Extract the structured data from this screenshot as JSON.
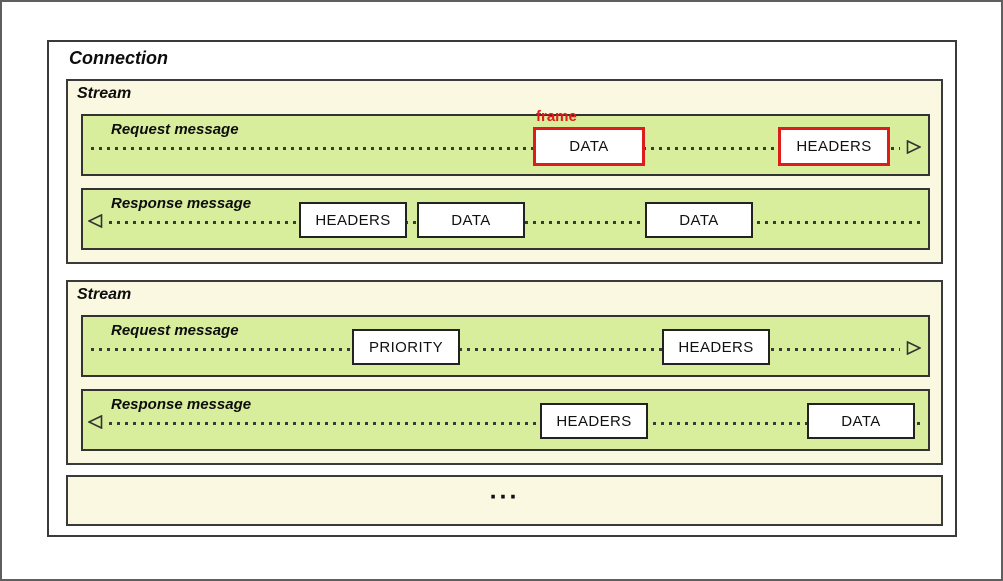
{
  "connection": {
    "label": "Connection",
    "streams": [
      {
        "label": "Stream",
        "request": {
          "label": "Request message",
          "direction": "right",
          "frames": [
            "DATA",
            "HEADERS"
          ],
          "annotation": "frame"
        },
        "response": {
          "label": "Response message",
          "direction": "left",
          "frames": [
            "HEADERS",
            "DATA",
            "DATA"
          ]
        }
      },
      {
        "label": "Stream",
        "request": {
          "label": "Request message",
          "direction": "right",
          "frames": [
            "PRIORITY",
            "HEADERS"
          ]
        },
        "response": {
          "label": "Response message",
          "direction": "left",
          "frames": [
            "HEADERS",
            "DATA"
          ]
        }
      }
    ],
    "more_streams_indicator": "...",
    "colors": {
      "stream_background": "#faf8e1",
      "message_background": "#d9ee9d",
      "frame_box_background": "#ffffff",
      "annotation_red": "#dd1c1c",
      "border": "#3a3a3a"
    }
  }
}
